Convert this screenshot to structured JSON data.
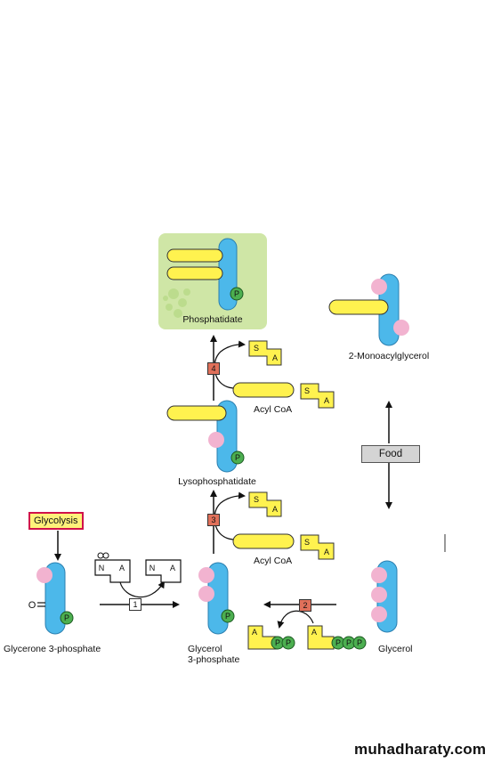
{
  "molecules": {
    "phosphatidate": "Phosphatidate",
    "monoacylglycerol": "2-Monoacylglycerol",
    "acyl_coa_top": "Acyl CoA",
    "lysophosphatidate": "Lysophosphatidate",
    "acyl_coa_bottom": "Acyl CoA",
    "glycerone_3_phosphate": "Glycerone 3-phosphate",
    "glycerol_3_phosphate_line1": "Glycerol",
    "glycerol_3_phosphate_line2": "3-phosphate",
    "glycerol": "Glycerol"
  },
  "boxes": {
    "glycolysis": "Glycolysis",
    "food": "Food"
  },
  "steps": [
    "1",
    "2",
    "3",
    "4"
  ],
  "glyphs": {
    "phosphate": "P",
    "adenosine": "A",
    "thiol": "S",
    "nicotinamide": "N",
    "carbonyl": "O"
  },
  "watermark": "muhadharaty.com",
  "colors": {
    "glycerol_backbone": "#4cb8ea",
    "hydroxyl": "#f2b3d0",
    "fatty_acid": "#fff24f",
    "phosphate": "#4caf50",
    "enzyme_step": "#e0705a",
    "phosphatidate_bg": "#cfe6a6",
    "glycolysis_border": "#d0124a"
  }
}
